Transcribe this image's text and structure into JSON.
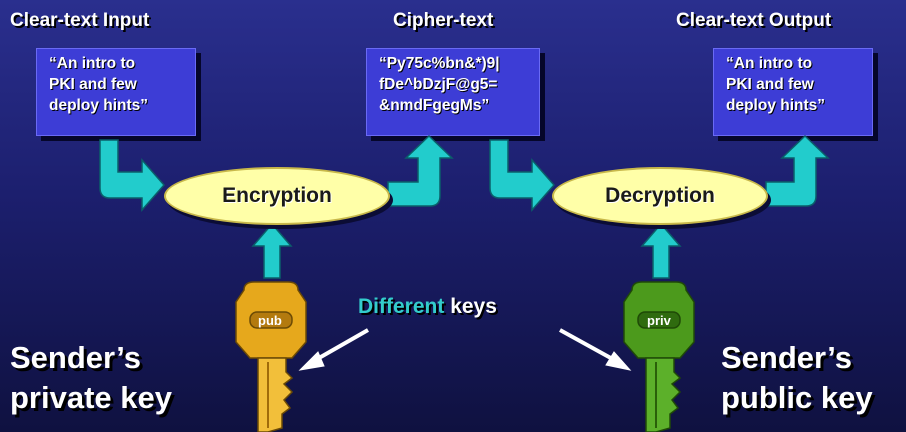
{
  "headers": {
    "input": "Clear-text Input",
    "cipher": "Cipher-text",
    "output": "Clear-text Output"
  },
  "boxes": {
    "input": "“An intro to\nPKI and few\ndeploy hints”",
    "cipher": "“Py75c%bn&*)9|\nfDe^bDzjF@g5=\n&nmdFgegMs”",
    "output": "“An intro to\nPKI and few\ndeploy hints”"
  },
  "processes": {
    "encryption": "Encryption",
    "decryption": "Decryption"
  },
  "keys": {
    "left": "pub",
    "right": "priv"
  },
  "callout": {
    "highlight": "Different",
    "rest": "keys"
  },
  "captions": {
    "left": "Sender’s\nprivate key",
    "right": "Sender’s\npublic key"
  },
  "colors": {
    "background": "#1c1f6e",
    "box": "#3d3dd6",
    "ellipse": "#ffffa8",
    "arrow": "#22cccc",
    "highlight": "#33cccc",
    "gold_key": "#e6a81c",
    "green_key": "#4c9a1c"
  }
}
